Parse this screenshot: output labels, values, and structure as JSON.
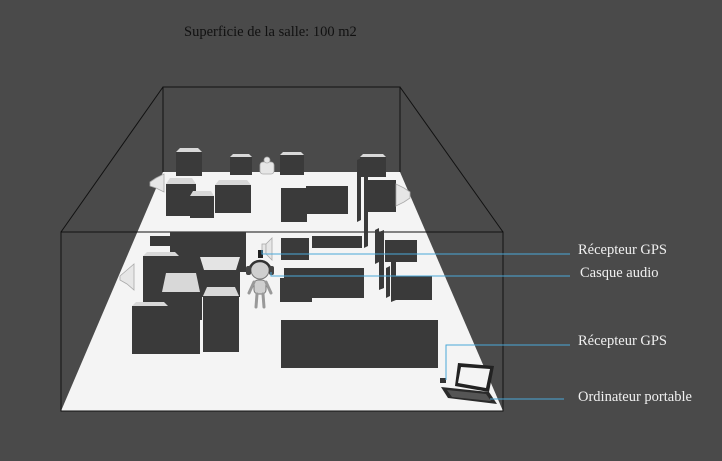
{
  "title": "Superficie de la salle: 100 m2",
  "labels": {
    "gps_receiver_top": "Récepteur GPS",
    "headphones": "Casque audio",
    "gps_receiver_bottom": "Récepteur GPS",
    "laptop": "Ordinateur portable"
  },
  "colors": {
    "background": "#4a4a4a",
    "floor": "#f4f4f4",
    "block": "#3a3a3a",
    "callout_line": "#4aa8d8",
    "label_text": "#f0f0f0",
    "title_text": "#111111"
  },
  "icons": [
    "speaker-icon",
    "person-with-headphones-icon",
    "laptop-icon",
    "gps-receiver-icon"
  ]
}
